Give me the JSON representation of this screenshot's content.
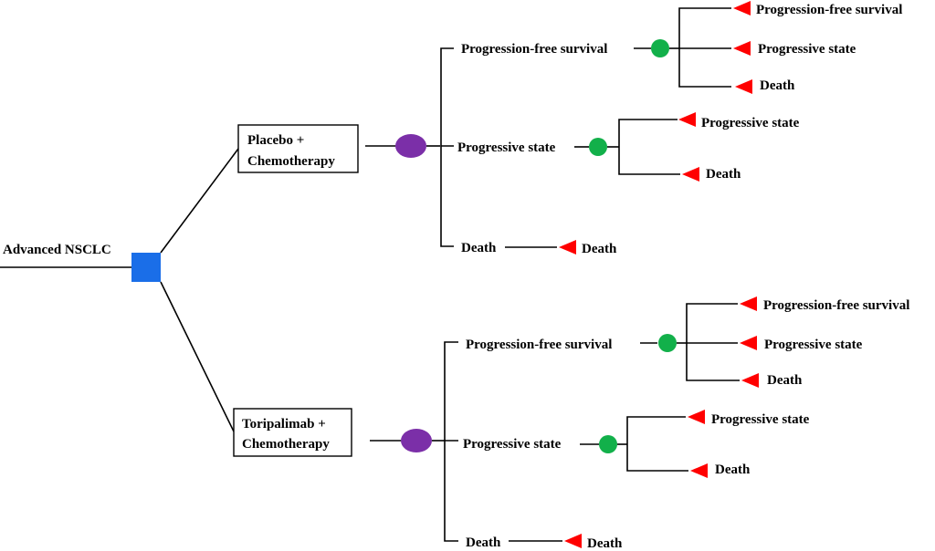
{
  "colors": {
    "decision_node": "#1a6ee8",
    "chance_node_main": "#7b2fa8",
    "chance_node_sub": "#12b04a",
    "terminal_node": "#ff0000",
    "line": "#000000"
  },
  "root": {
    "label": "Advanced NSCLC",
    "node": "decision-square"
  },
  "strategies": [
    {
      "label_line1": "Placebo +",
      "label_line2": "Chemotherapy",
      "states": [
        {
          "label": "Progression-free survival",
          "outcomes": [
            "Progression-free survival",
            "Progressive state",
            "Death"
          ]
        },
        {
          "label": "Progressive state",
          "outcomes": [
            "Progressive state",
            "Death"
          ]
        },
        {
          "label": "Death",
          "outcomes": [
            "Death"
          ]
        }
      ]
    },
    {
      "label_line1": "Toripalimab +",
      "label_line2": "Chemotherapy",
      "states": [
        {
          "label": "Progression-free survival",
          "outcomes": [
            "Progression-free survival",
            "Progressive state",
            "Death"
          ]
        },
        {
          "label": "Progressive state",
          "outcomes": [
            "Progressive state",
            "Death"
          ]
        },
        {
          "label": "Death",
          "outcomes": [
            "Death"
          ]
        }
      ]
    }
  ]
}
